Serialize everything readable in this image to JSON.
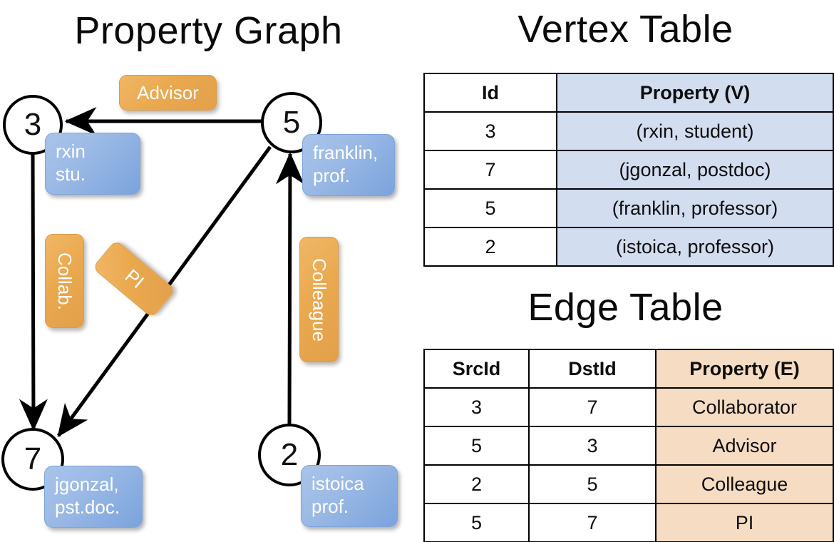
{
  "titles": {
    "property_graph": "Property Graph",
    "vertex_table": "Vertex Table",
    "edge_table": "Edge Table"
  },
  "colors": {
    "vertex_property_fill": "#d3ddf0",
    "edge_property_fill": "#f6dcc2",
    "vertex_box_blue": "#7ba3dd",
    "edge_label_orange": "#eaa94f",
    "stroke": "#000000",
    "background": "#ffffff"
  },
  "graph": {
    "vertices": [
      {
        "id": "3",
        "label": "rxin\nstu."
      },
      {
        "id": "5",
        "label": "franklin,\nprof."
      },
      {
        "id": "7",
        "label": "jgonzal,\npst.doc."
      },
      {
        "id": "2",
        "label": "istoica\nprof."
      }
    ],
    "edge_labels": [
      {
        "name": "advisor",
        "text": "Advisor"
      },
      {
        "name": "collab",
        "text": "Collab."
      },
      {
        "name": "pi",
        "text": "PI"
      },
      {
        "name": "colleague",
        "text": "Colleague"
      }
    ],
    "edges": [
      {
        "from": "5",
        "to": "3",
        "label": "Advisor"
      },
      {
        "from": "3",
        "to": "7",
        "label": "Collab."
      },
      {
        "from": "5",
        "to": "7",
        "label": "PI"
      },
      {
        "from": "2",
        "to": "5",
        "label": "Colleague"
      }
    ]
  },
  "vertex_table": {
    "headers": [
      "Id",
      "Property (V)"
    ],
    "rows": [
      {
        "id": "3",
        "property": "(rxin, student)"
      },
      {
        "id": "7",
        "property": "(jgonzal, postdoc)"
      },
      {
        "id": "5",
        "property": "(franklin, professor)"
      },
      {
        "id": "2",
        "property": "(istoica, professor)"
      }
    ]
  },
  "edge_table": {
    "headers": [
      "SrcId",
      "DstId",
      "Property (E)"
    ],
    "rows": [
      {
        "src": "3",
        "dst": "7",
        "property": "Collaborator"
      },
      {
        "src": "5",
        "dst": "3",
        "property": "Advisor"
      },
      {
        "src": "2",
        "dst": "5",
        "property": "Colleague"
      },
      {
        "src": "5",
        "dst": "7",
        "property": "PI"
      }
    ]
  }
}
